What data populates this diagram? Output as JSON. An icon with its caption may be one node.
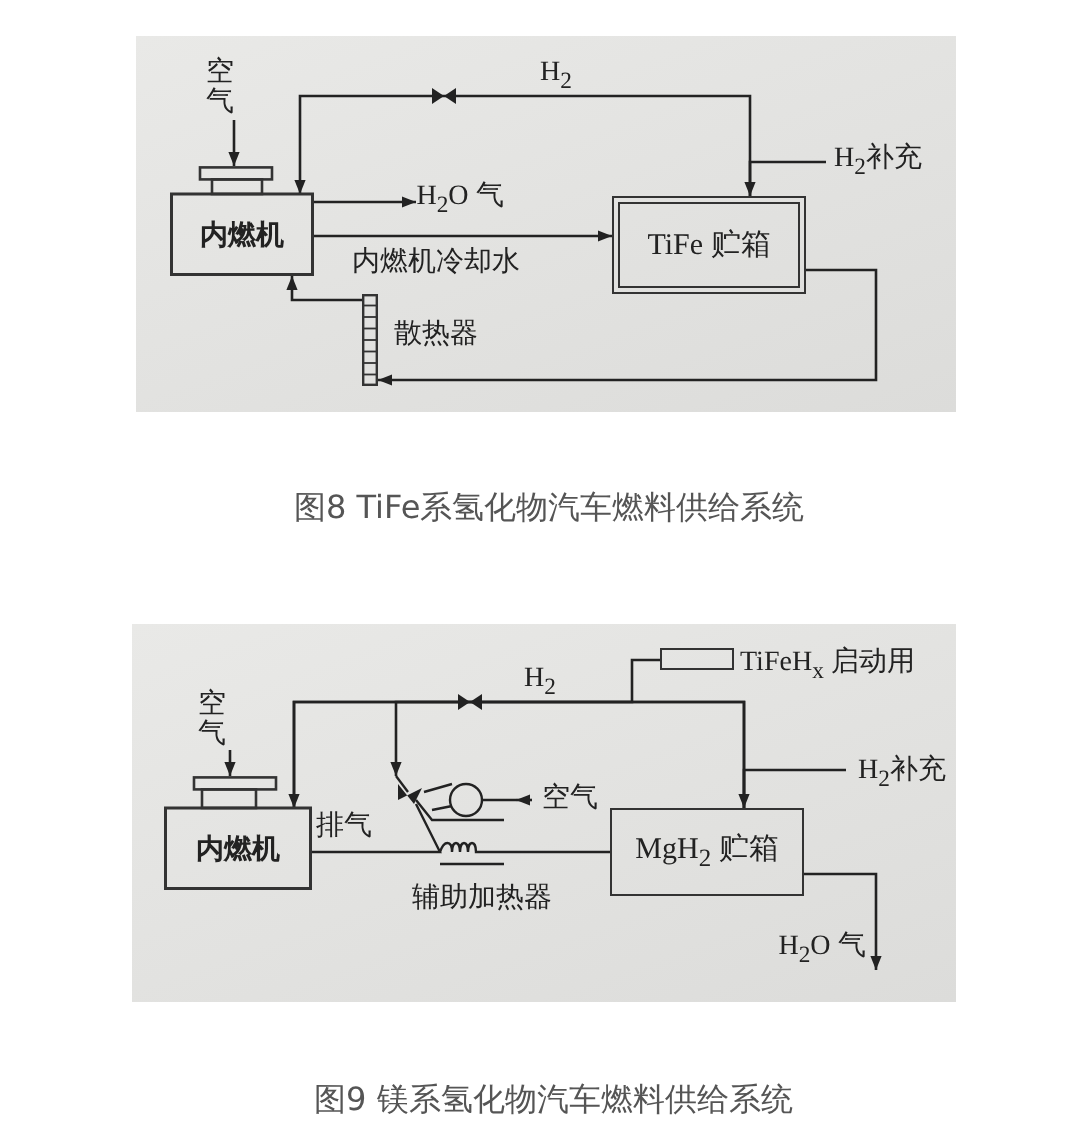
{
  "diagram": {
    "nodes": [
      {
        "text": [
          "空气"
        ]
      },
      {
        "text": [
          "内燃机"
        ]
      },
      {
        "text": [
          "H$_{2}$O 气"
        ]
      },
      {
        "text": [
          "TiFe 贮箱"
        ]
      },
      {
        "text": [
          "H$_{2}$补充"
        ]
      },
      {
        "text": [],
        "shape": "bar",
        "beside": [
          "散热器"
        ]
      },
      {
        "text": [
          "空气"
        ]
      },
      {
        "text": [
          "内燃机"
        ]
      },
      {
        "text": [],
        "shape": "box",
        "beside": [
          "TiFeH$_{x}$ 启动用"
        ]
      },
      {
        "text": [
          "MgH$_{2}$ 贮箱"
        ]
      },
      {
        "text": [
          "H$_{2}$补充"
        ]
      },
      {
        "text": [],
        "shape": "picture",
        "beside": [
          "辅助加热器"
        ]
      },
      {
        "text": [
          "空气"
        ]
      },
      {
        "text": [
          "H$_{2}$O 气"
        ]
      }
    ],
    "edges": [
      {
        "from": 0,
        "to": 1,
        "arrow": "to"
      },
      {
        "from": 3,
        "to": 1,
        "arrow": "to",
        "label": "H$_{2}$"
      },
      {
        "from": 1,
        "to": 2,
        "arrow": "to"
      },
      {
        "from": 1,
        "to": 3,
        "arrow": "to",
        "label": "内燃机冷却水"
      },
      {
        "from": 3,
        "to": 5,
        "arrow": "to"
      },
      {
        "from": 5,
        "to": 1,
        "arrow": "to"
      },
      {
        "from": 4,
        "to": 3,
        "arrow": "to"
      },
      {
        "from": 6,
        "to": 7,
        "arrow": "to"
      },
      {
        "from": 9,
        "to": 7,
        "arrow": "to",
        "label": "H$_{2}$"
      },
      {
        "from": 8,
        "to": 7,
        "arrow": "none"
      },
      {
        "from": 9,
        "to": 11,
        "arrow": "to"
      },
      {
        "from": 10,
        "to": 9,
        "arrow": "to"
      },
      {
        "from": 12,
        "to": 11,
        "arrow": "to"
      },
      {
        "from": 9,
        "to": 13,
        "arrow": "to"
      },
      {
        "from": 7,
        "to": 11,
        "arrow": "none",
        "label": "排气"
      },
      {
        "from": 11,
        "to": 9,
        "arrow": "none"
      }
    ],
    "labels": [
      "图8 TiFe系氢化物汽车燃料供给系统",
      "图9 镁系氢化物汽车燃料供给系统"
    ]
  }
}
